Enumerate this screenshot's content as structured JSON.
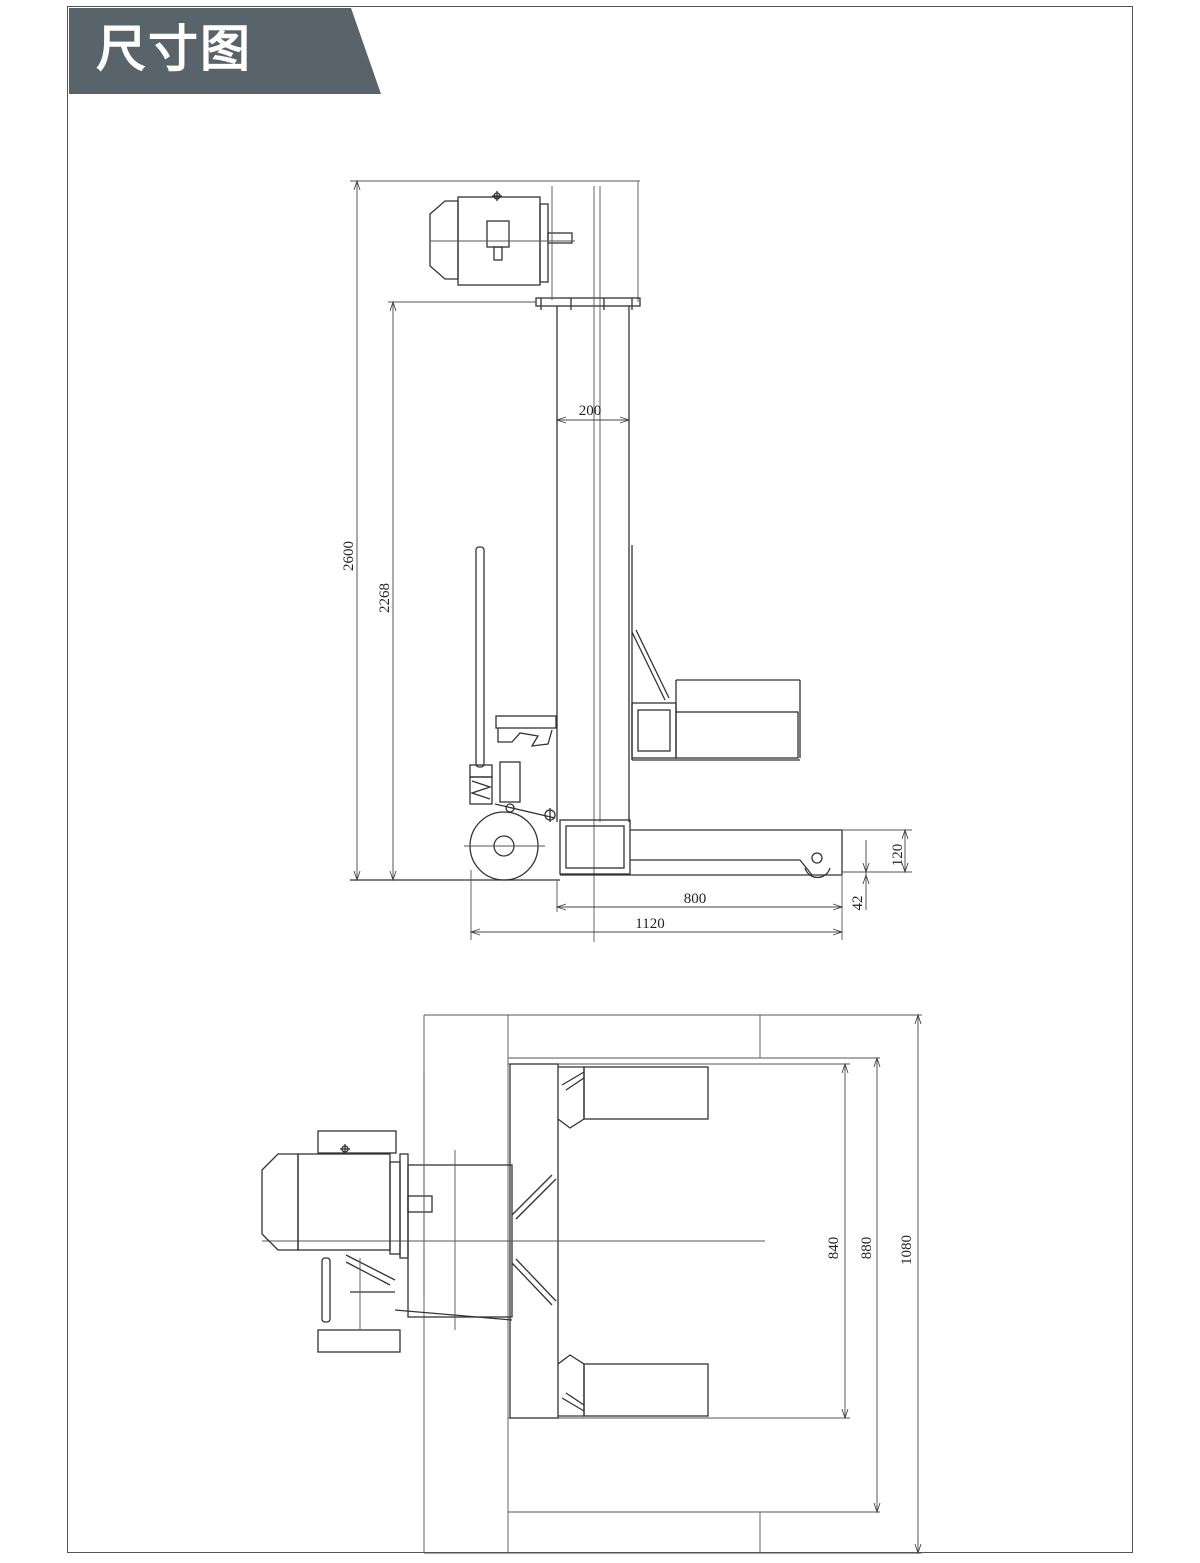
{
  "header": {
    "title": "尺寸图",
    "tab_color": "#58636a"
  },
  "side_view": {
    "dim_total_height": "2600",
    "dim_lift_height": "2268",
    "dim_mast_width": "200",
    "dim_leg_length": "800",
    "dim_overall_length": "1120",
    "dim_leg_height": "120",
    "dim_ground_clearance": "42"
  },
  "top_view": {
    "dim_inner_width": "840",
    "dim_mid_width": "880",
    "dim_outer_width": "1080"
  }
}
